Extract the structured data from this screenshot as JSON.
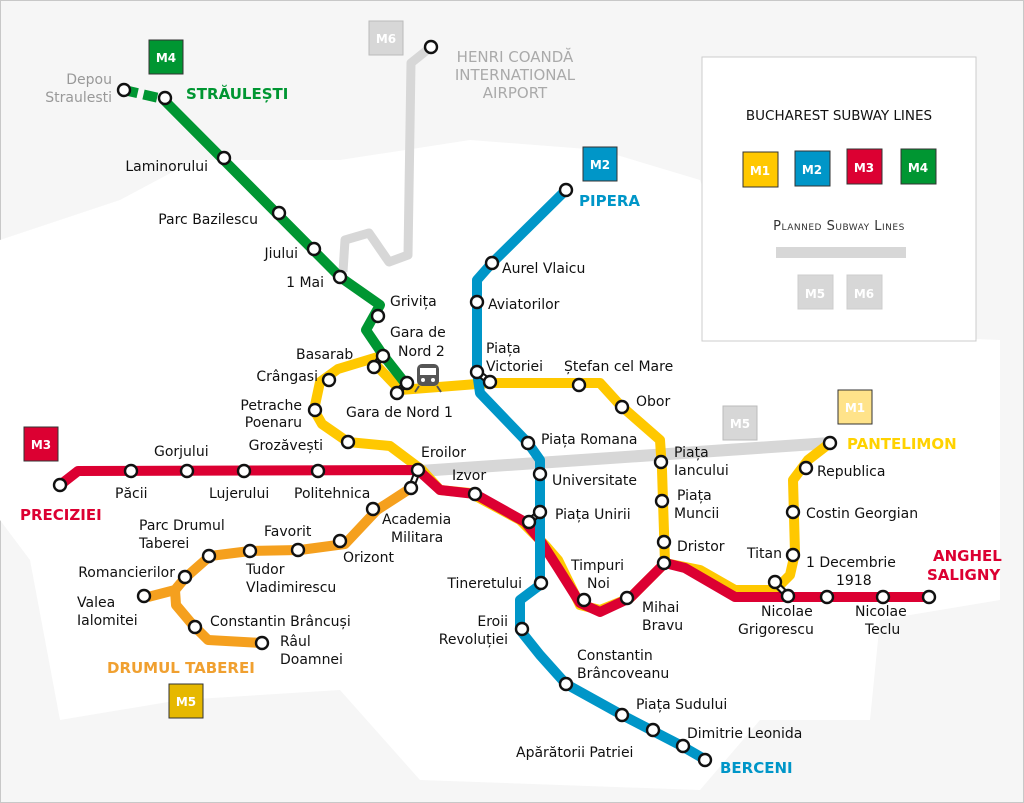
{
  "title": "BUCHAREST SUBWAY LINES",
  "planned_title": "Planned Subway Lines",
  "colors": {
    "M1": "#FFC800",
    "M2": "#0096C8",
    "M3": "#DC0032",
    "M4": "#009632",
    "M5": "#F5A01E",
    "planned": "#D7D7D7",
    "M5_badge": "#E6B800"
  },
  "legend": {
    "lines": [
      "M1",
      "M2",
      "M3",
      "M4"
    ],
    "planned": [
      "M5",
      "M6"
    ]
  },
  "terminals": {
    "M4_north": "STRĂULEȘTI",
    "M2_north": "PIPERA",
    "M2_south": "BERCENI",
    "M3_west": "PRECIZIEI",
    "M3_east_1": "ANGHEL",
    "M3_east_2": "SALIGNY",
    "M1_east": "PANTELIMON",
    "M5_west": "DRUMUL TABEREI",
    "M6_airport_1": "HENRI COANDĂ",
    "M6_airport_2": "INTERNATIONAL",
    "M6_airport_3": "AIRPORT"
  },
  "badges": {
    "m4": "M4",
    "m6": "M6",
    "m2": "M2",
    "m3": "M3",
    "m5_grey": "M5",
    "m1_pale": "M1",
    "m5": "M5"
  },
  "stations": {
    "depou_1": "Depou",
    "depou_2": "Straulesti",
    "laminorului": "Laminorului",
    "parc_bazilescu": "Parc Bazilescu",
    "jiului": "Jiului",
    "1_mai": "1 Mai",
    "grivita": "Grivița",
    "gara_nord2_1": "Gara de",
    "gara_nord2_2": "Nord 2",
    "basarab": "Basarab",
    "crangasi": "Crângasi",
    "petrache_1": "Petrache",
    "petrache_2": "Poenaru",
    "gara_nord1": "Gara de Nord 1",
    "grozavesti": "Grozăvești",
    "gorjului": "Gorjului",
    "pacii": "Păcii",
    "lujerului": "Lujerului",
    "politehnica": "Politehnica",
    "eroilor": "Eroilor",
    "izvor": "Izvor",
    "academia_1": "Academia",
    "academia_2": "Militara",
    "orizont": "Orizont",
    "favorit": "Favorit",
    "tudor_1": "Tudor",
    "tudor_2": "Vladimirescu",
    "parc_drumul_1": "Parc Drumul",
    "parc_drumul_2": "Taberei",
    "romancierilor": "Romancierilor",
    "valea_1": "Valea",
    "valea_2": "Ialomitei",
    "brancusi": "Constantin Brâncuși",
    "raul_1": "Râul",
    "raul_2": "Doamnei",
    "aurel_vlaicu": "Aurel Vlaicu",
    "aviatorilor": "Aviatorilor",
    "piata_victoriei_1": "Piața",
    "piata_victoriei_2": "Victoriei",
    "stefan_cel_mare": "Ștefan cel Mare",
    "obor": "Obor",
    "piata_romana": "Piața Romana",
    "universitate": "Universitate",
    "piata_unirii": "Piața Unirii",
    "piata_iancului_1": "Piața",
    "piata_iancului_2": "Iancului",
    "piata_muncii_1": "Piața",
    "piata_muncii_2": "Muncii",
    "dristor": "Dristor",
    "timpuri_1": "Timpuri",
    "timpuri_2": "Noi",
    "mihai_1": "Mihai",
    "mihai_2": "Bravu",
    "tineretului": "Tineretului",
    "eroii_1": "Eroii",
    "eroii_2": "Revoluției",
    "brancoveanu_1": "Constantin",
    "brancoveanu_2": "Brâncoveanu",
    "piata_sudului": "Piața Sudului",
    "dimitrie": "Dimitrie Leonida",
    "aparatorii": "Apărătorii Patriei",
    "republica": "Republica",
    "costin": "Costin Georgian",
    "titan": "Titan",
    "decembrie_1": "1 Decembrie",
    "decembrie_2": "1918",
    "grigorescu_1": "Nicolae",
    "grigorescu_2": "Grigorescu",
    "teclu_1": "Nicolae",
    "teclu_2": "Teclu"
  }
}
